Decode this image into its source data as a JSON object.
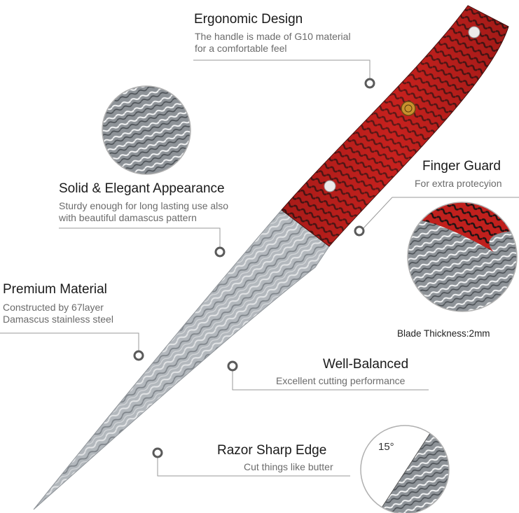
{
  "features": {
    "ergonomic": {
      "title": "Ergonomic Design",
      "desc_line1": "The handle is made of G10 material",
      "desc_line2": "for a comfortable feel"
    },
    "appearance": {
      "title": "Solid & Elegant Appearance",
      "desc_line1": "Sturdy enough for long lasting use also",
      "desc_line2": "with beautiful damascus pattern"
    },
    "finger_guard": {
      "title": "Finger Guard",
      "desc": "For extra protecyion"
    },
    "premium": {
      "title": "Premium Material",
      "desc_line1": "Constructed by 67layer",
      "desc_line2": "Damascus stainless steel"
    },
    "thickness": {
      "label": "Blade Thickness:2mm"
    },
    "balanced": {
      "title": "Well-Balanced",
      "desc": "Excellent cutting performance"
    },
    "edge": {
      "title": "Razor Sharp Edge",
      "desc": "Cut things like butter",
      "angle": "15°"
    }
  },
  "colors": {
    "handle_red": "#c0201d",
    "handle_black": "#1e1414",
    "blade_steel": "#c9cdd1",
    "text_dark": "#1a1a1a",
    "text_gray": "#6b6b6b",
    "line_gray": "#9a9a9a"
  }
}
